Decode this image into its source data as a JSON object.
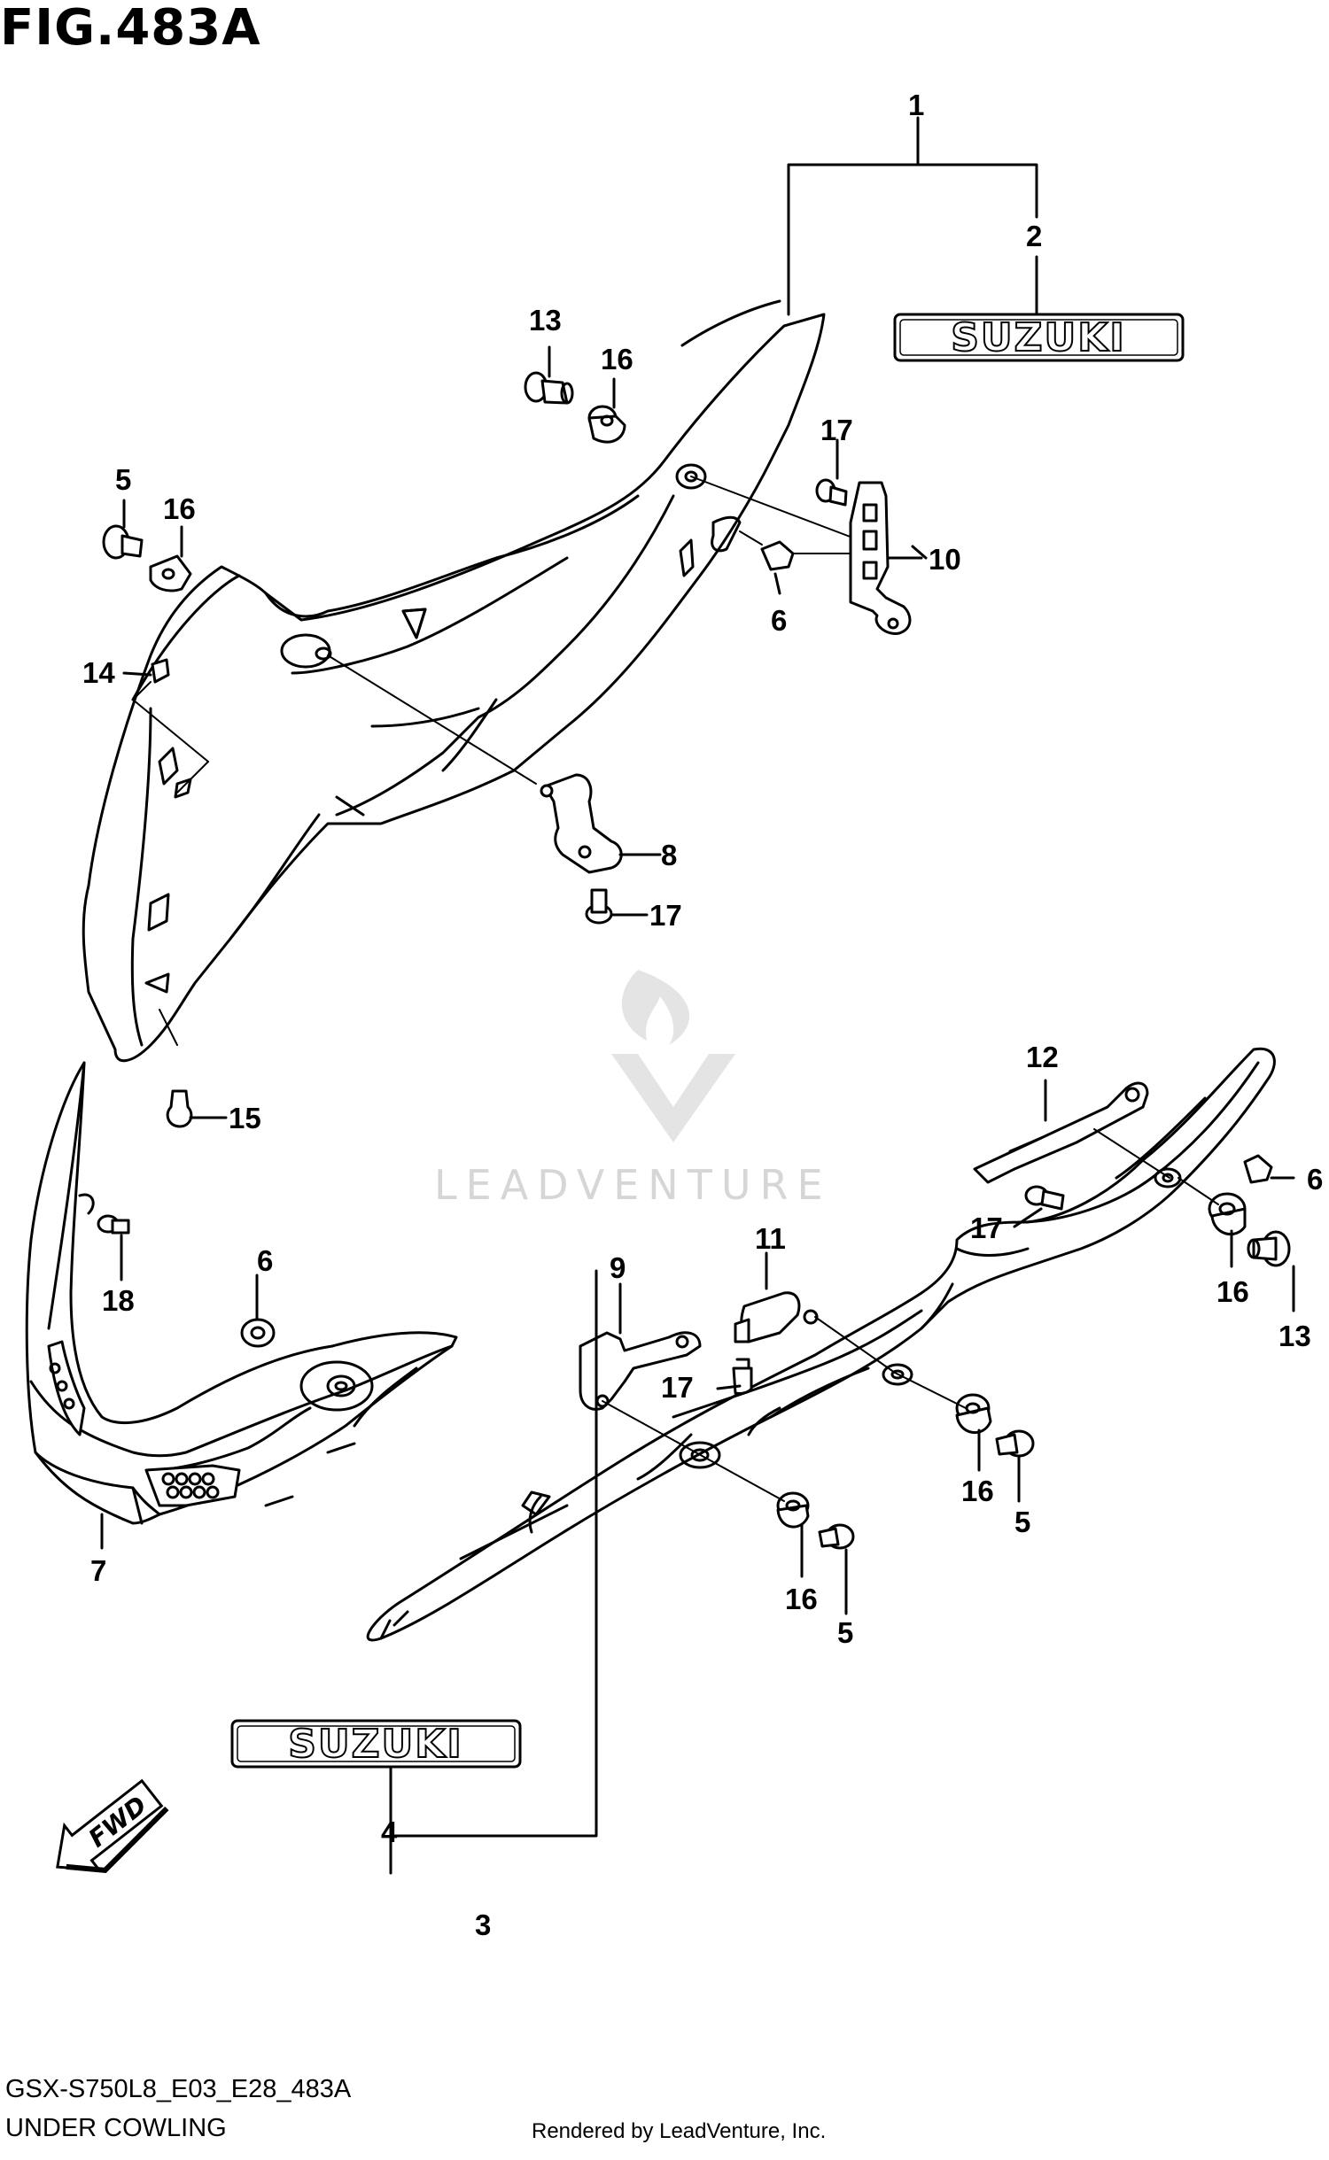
{
  "figure": {
    "title": "FIG.483A"
  },
  "footer": {
    "model_code": "GSX-S750L8_E03_E28_483A",
    "section_name": "UNDER COWLING",
    "credit": "Rendered by LeadVenture, Inc."
  },
  "watermark": {
    "text": "LEADVENTURE"
  },
  "emblems": {
    "upper": "SUZUKI",
    "lower": "SUZUKI"
  },
  "direction_arrow": {
    "label": "FWD"
  },
  "callouts": {
    "c1": "1",
    "c2": "2",
    "c3": "3",
    "c4": "4",
    "c5a": "5",
    "c5b": "5",
    "c5c": "5",
    "c6a": "6",
    "c6b": "6",
    "c6c": "6",
    "c7": "7",
    "c8": "8",
    "c9": "9",
    "c10": "10",
    "c11": "11",
    "c12": "12",
    "c13a": "13",
    "c13b": "13",
    "c14": "14",
    "c15": "15",
    "c16a": "16",
    "c16b": "16",
    "c16c": "16",
    "c16d": "16",
    "c16e": "16",
    "c17a": "17",
    "c17b": "17",
    "c17c": "17",
    "c17d": "17",
    "c18": "18"
  },
  "colors": {
    "line": "#000000",
    "background": "#ffffff",
    "watermark": "#d6d6d6"
  }
}
